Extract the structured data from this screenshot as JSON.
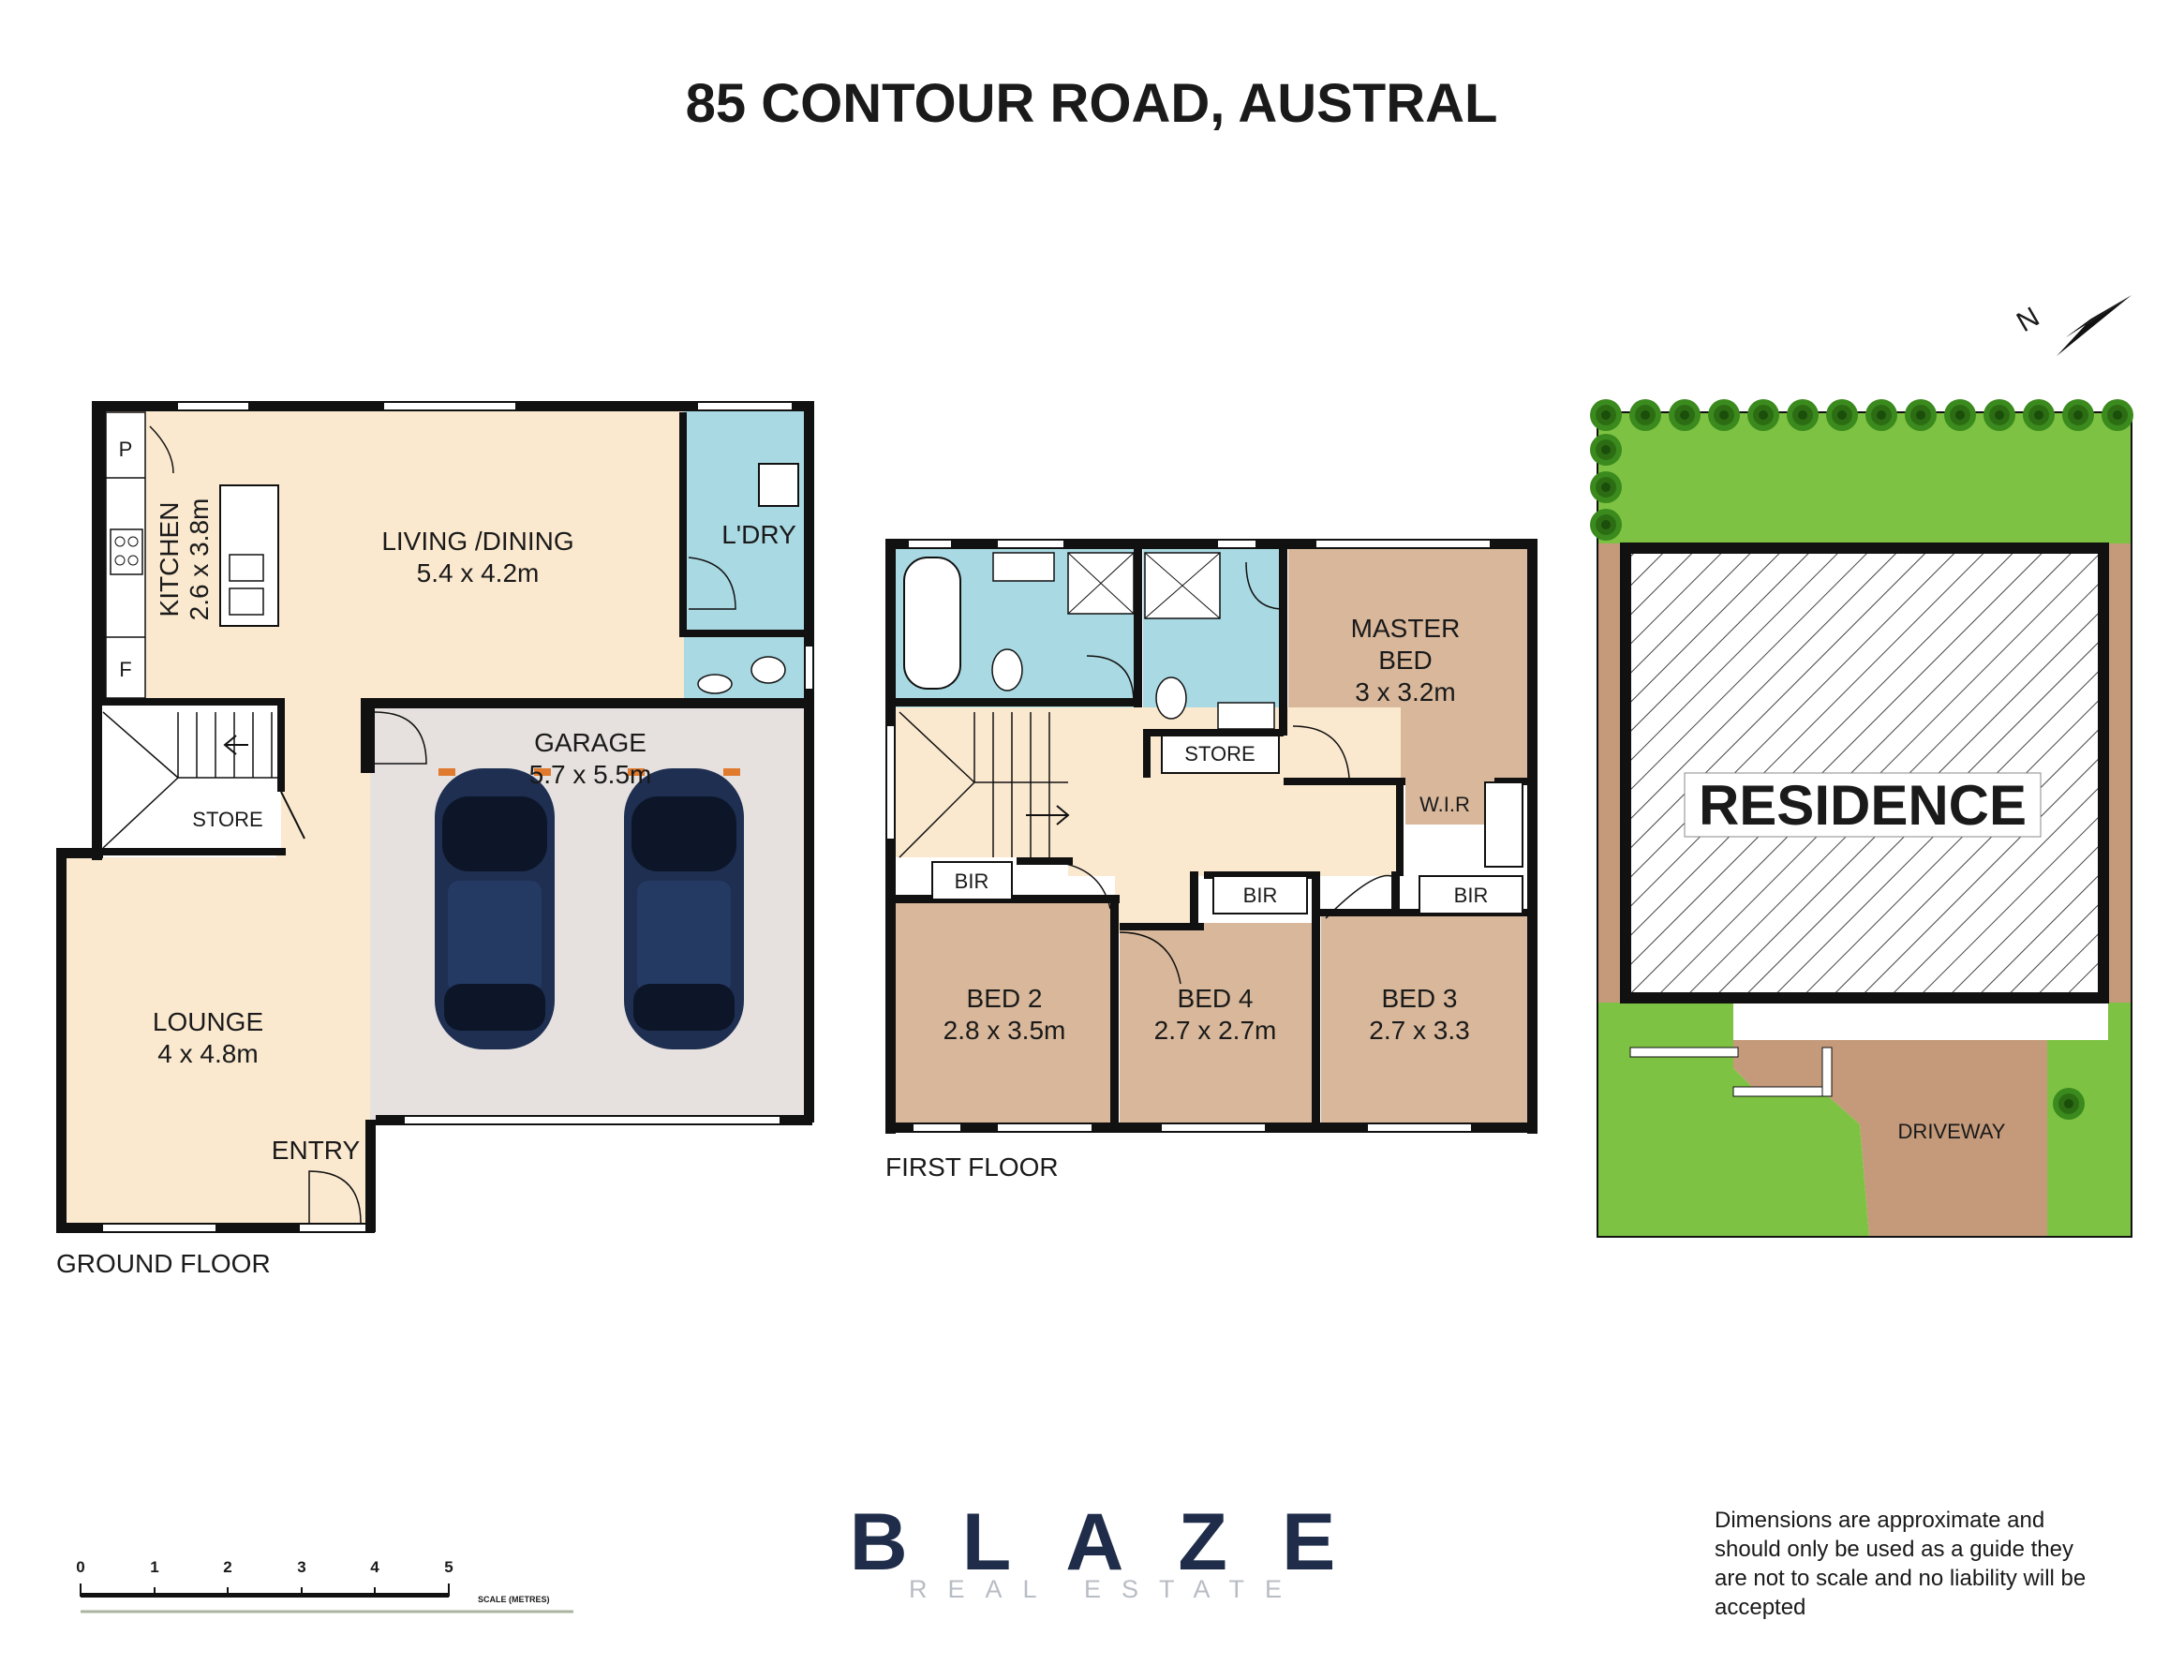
{
  "title": "85 CONTOUR ROAD, AUSTRAL",
  "compass": {
    "label": "N",
    "icon": "north-arrow-icon"
  },
  "ground_floor": {
    "label": "GROUND FLOOR",
    "rooms": {
      "kitchen": {
        "name": "KITCHEN",
        "dims": "2.6 x 3.8m"
      },
      "living": {
        "name": "LIVING /DINING",
        "dims": "5.4 x 4.2m"
      },
      "laundry": {
        "name": "L'DRY"
      },
      "garage": {
        "name": "GARAGE",
        "dims": "5.7 x 5.5m"
      },
      "lounge": {
        "name": "LOUNGE",
        "dims": "4 x 4.8m"
      },
      "store": {
        "name": "STORE"
      },
      "entry": {
        "name": "ENTRY"
      },
      "pantry": {
        "name": "P"
      },
      "fridge": {
        "name": "F"
      }
    }
  },
  "first_floor": {
    "label": "FIRST FLOOR",
    "rooms": {
      "master": {
        "name1": "MASTER",
        "name2": "BED",
        "dims": "3 x 3.2m"
      },
      "wir": {
        "name": "W.I.R"
      },
      "store": {
        "name": "STORE"
      },
      "bed2": {
        "name": "BED 2",
        "dims": "2.8 x 3.5m"
      },
      "bed4": {
        "name": "BED 4",
        "dims": "2.7 x 2.7m"
      },
      "bed3": {
        "name": "BED 3",
        "dims": "2.7 x 3.3"
      },
      "bir": "BIR"
    }
  },
  "site": {
    "residence": "RESIDENCE",
    "driveway": "DRIVEWAY"
  },
  "scale": {
    "ticks": [
      "0",
      "1",
      "2",
      "3",
      "4",
      "5"
    ],
    "label": "SCALE (METRES)"
  },
  "brand": {
    "name": "BLAZE",
    "sub": "REAL ESTATE"
  },
  "disclaimer": [
    "Dimensions are approximate and",
    "should only be used as a guide they",
    "are not to scale and no liability will be",
    "accepted"
  ],
  "colors": {
    "wall": "#111111",
    "living": "#fbe9cf",
    "bedroom": "#d8b79a",
    "wet": "#a9d9e3",
    "garage": "#e6e1df",
    "lawn": "#7dc242",
    "driveway": "#c49a7a",
    "car": "#1e2f52",
    "brand": "#1f2d4a"
  }
}
